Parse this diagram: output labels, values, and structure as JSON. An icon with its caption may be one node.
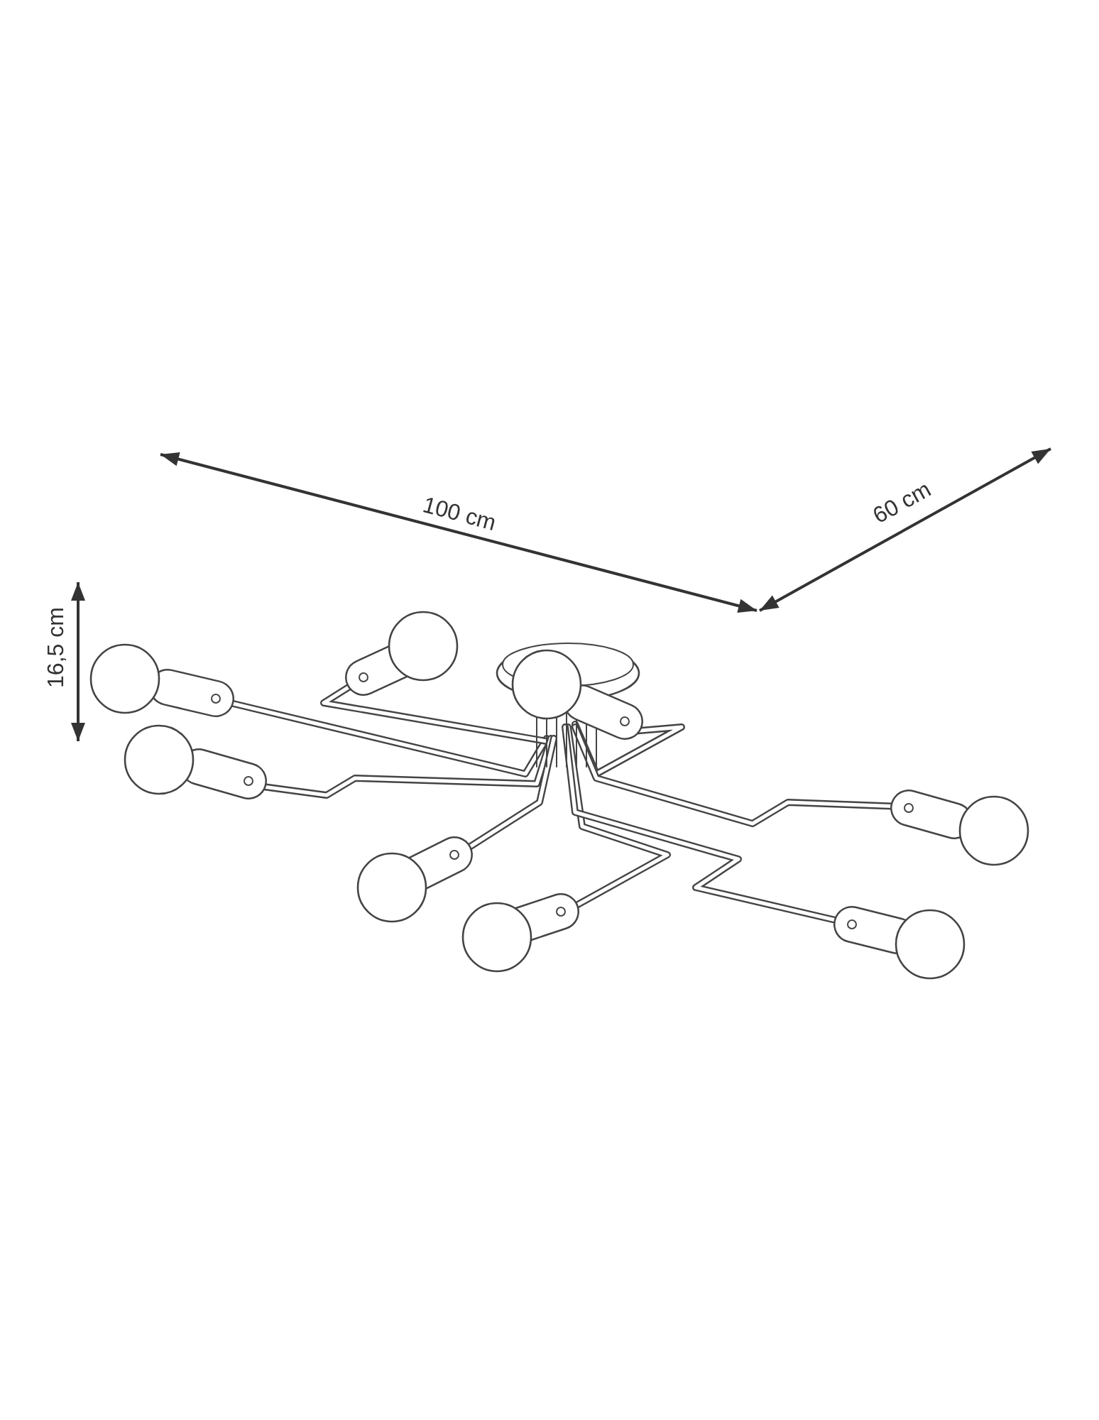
{
  "diagram": {
    "labels": [
      "100 cm",
      "60 cm",
      "16,5 cm"
    ]
  }
}
